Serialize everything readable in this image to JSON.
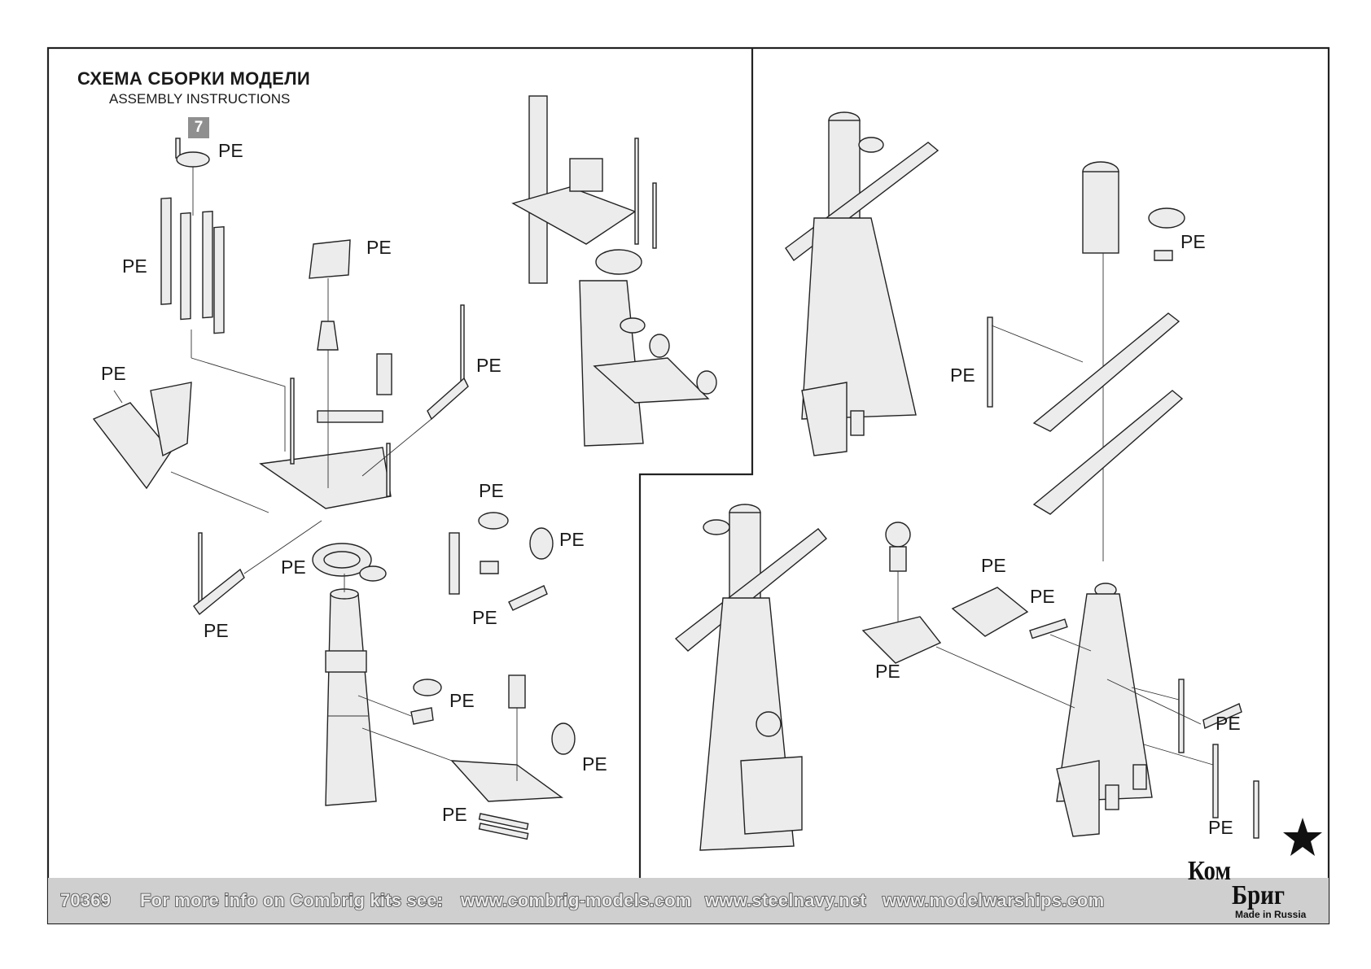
{
  "header": {
    "title_ru": "СХЕМА СБОРКИ МОДЕЛИ",
    "title_en": "ASSEMBLY INSTRUCTIONS",
    "step": "7"
  },
  "part_labels": {
    "pe": "PE"
  },
  "footer": {
    "kit_number": "70369",
    "info_text": "For more info on Combrig kits see:",
    "site_1": "www.combrig-models.com",
    "site_2": "www.steelnavy.net",
    "site_3": "www.modelwarships.com"
  },
  "logo": {
    "line1": "Ком",
    "line2": "Бриг",
    "tagline": "Made in Russia",
    "star_icon": "star-icon"
  },
  "colors": {
    "frame": "#222222",
    "part_fill": "#ececec",
    "footer_band": "#cfcfcf",
    "badge": "#8f8f8f"
  }
}
